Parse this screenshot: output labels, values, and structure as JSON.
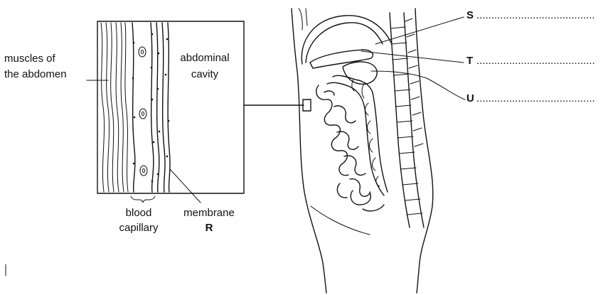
{
  "labels": {
    "muscles_line1": "muscles of",
    "muscles_line2": "the abdomen",
    "abdominal_line1": "abdominal",
    "abdominal_line2": "cavity",
    "capillary_line1": "blood",
    "capillary_line2": "capillary",
    "membrane_line1": "membrane",
    "membrane_letter": "R",
    "s_letter": "S",
    "t_letter": "T",
    "u_letter": "U",
    "answer_dots": "........................................"
  }
}
